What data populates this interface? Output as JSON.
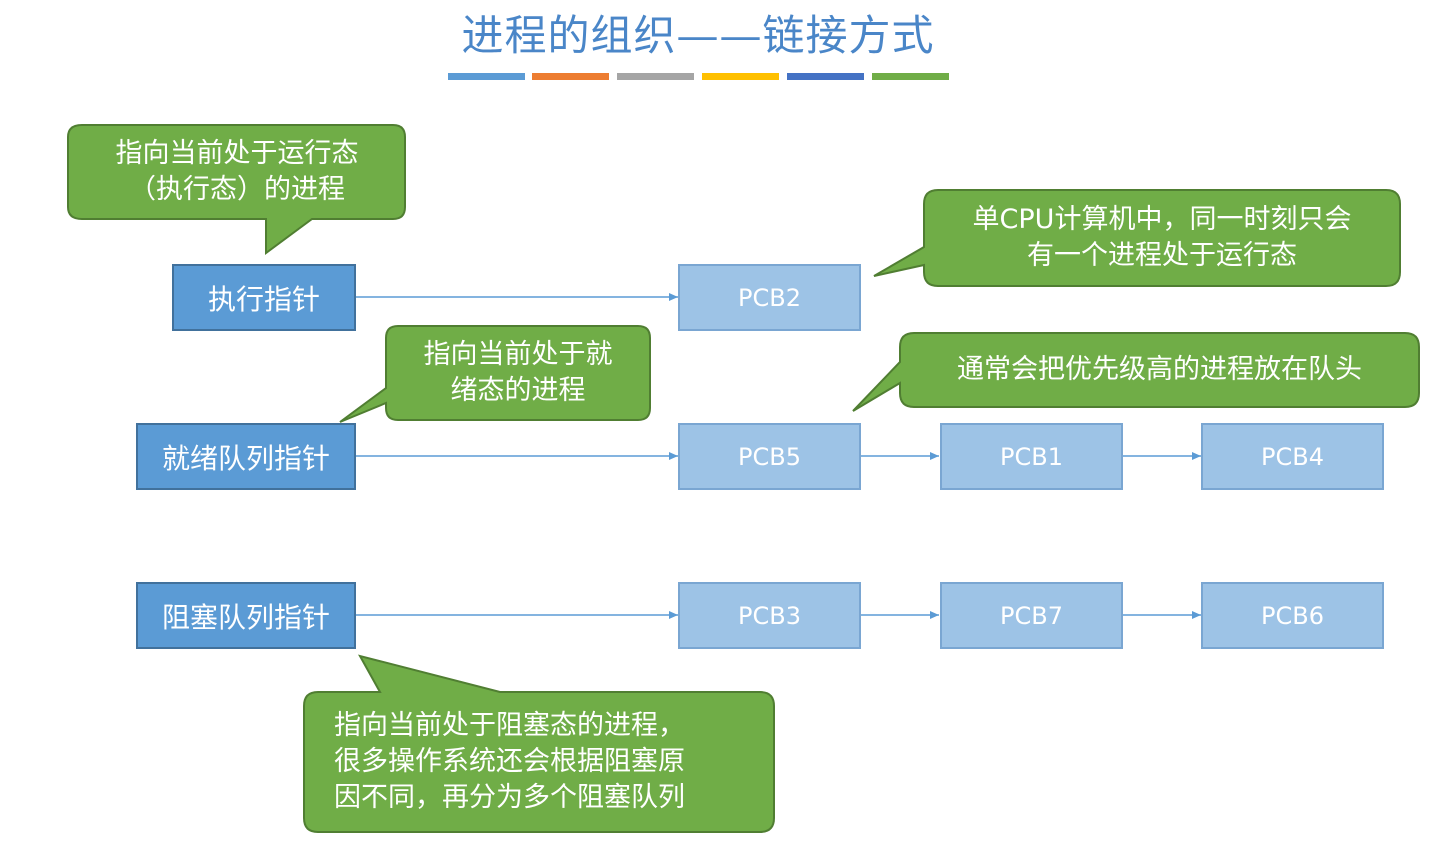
{
  "title": "进程的组织——链接方式",
  "title_bar_colors": [
    "#5b9bd5",
    "#ed7d31",
    "#a5a5a5",
    "#ffc000",
    "#4472c4",
    "#70ad47"
  ],
  "pointers": {
    "running": "执行指针",
    "ready": "就绪队列指针",
    "blocked": "阻塞队列指针"
  },
  "pcbs": {
    "running": [
      "PCB2"
    ],
    "ready": [
      "PCB5",
      "PCB1",
      "PCB4"
    ],
    "blocked": [
      "PCB3",
      "PCB7",
      "PCB6"
    ]
  },
  "callouts": {
    "running_pointer": [
      "指向当前处于运行态",
      "（执行态）的进程"
    ],
    "single_cpu": [
      "单CPU计算机中，同一时刻只会",
      "有一个进程处于运行态"
    ],
    "ready_pointer": [
      "指向当前处于就",
      "绪态的进程"
    ],
    "priority": [
      "通常会把优先级高的进程放在队头"
    ],
    "blocked_pointer": [
      "指向当前处于阻塞态的进程，",
      "很多操作系统还会根据阻塞原",
      "因不同，再分为多个阻塞队列"
    ]
  },
  "colors": {
    "title": "#4a86c8",
    "pointer_fill": "#5b9bd5",
    "pcb_fill": "#9dc3e6",
    "callout_fill": "#70ad47",
    "callout_border": "#507e32",
    "arrow": "#5b9bd5"
  }
}
